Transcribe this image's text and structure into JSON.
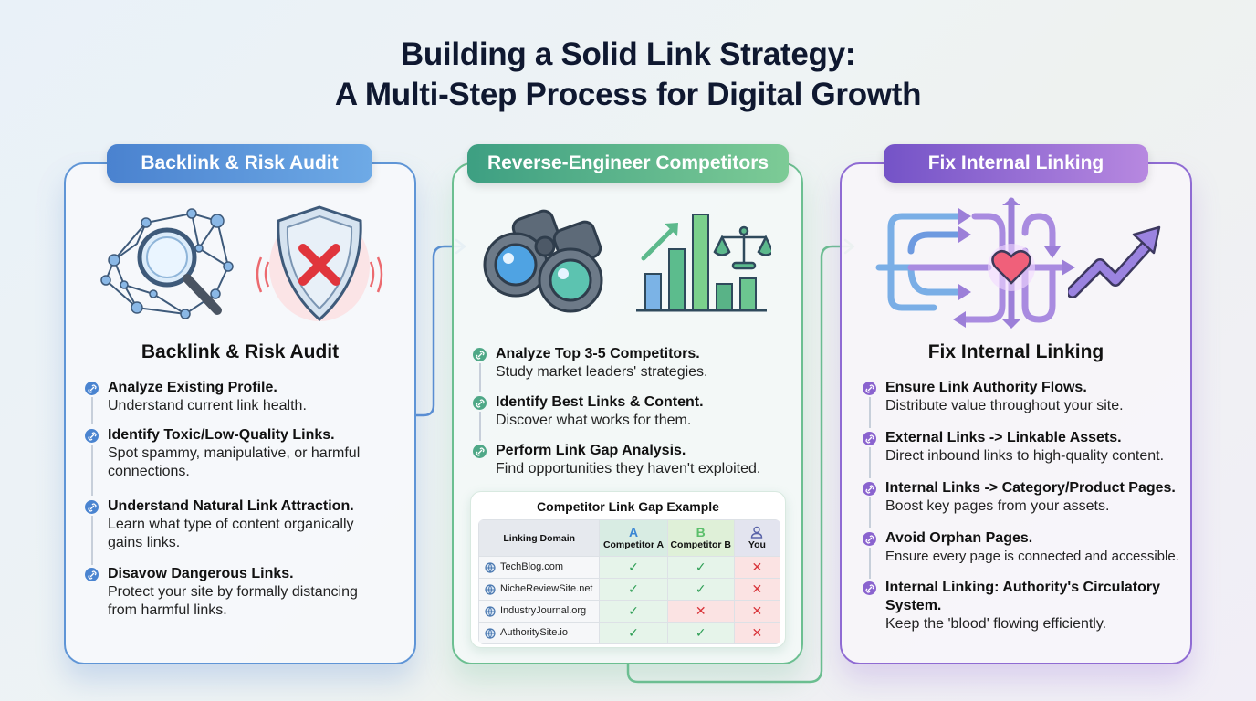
{
  "title": {
    "line1": "Building a Solid Link Strategy:",
    "line2": "A Multi-Step Process for Digital Growth"
  },
  "colors": {
    "blue": "#5f95d6",
    "green": "#6cbf91",
    "purple": "#8f6bd3",
    "check": "#2e9e55",
    "cross": "#d9343a"
  },
  "cards": [
    {
      "pill": "Backlink & Risk Audit",
      "heading": "Backlink & Risk Audit",
      "icons": [
        "network-search-icon",
        "shield-x-icon"
      ],
      "items": [
        {
          "title": "Analyze Existing Profile.",
          "desc": "Understand current link health."
        },
        {
          "title": "Identify Toxic/Low-Quality Links.",
          "desc": "Spot spammy, manipulative, or harmful connections."
        },
        {
          "title": "Understand Natural Link Attraction.",
          "desc": "Learn what type of content organically gains links."
        },
        {
          "title": "Disavow Dangerous Links.",
          "desc": "Protect your site by formally distancing from harmful links."
        }
      ]
    },
    {
      "pill": "Reverse-Engineer Competitors",
      "icons": [
        "binoculars-icon",
        "bar-chart-scale-icon"
      ],
      "items": [
        {
          "title": "Analyze Top 3-5 Competitors.",
          "desc": "Study market leaders' strategies."
        },
        {
          "title": "Identify Best Links & Content.",
          "desc": "Discover what works for them."
        },
        {
          "title": "Perform Link Gap Analysis.",
          "desc": "Find opportunities they haven't exploited."
        }
      ],
      "gap_table": {
        "title": "Competitor Link Gap Example",
        "headers": [
          "Linking Domain",
          "Competitor A",
          "Competitor B",
          "You"
        ],
        "header_icons": [
          "",
          "A",
          "B",
          "user-icon"
        ],
        "rows": [
          {
            "domain": "TechBlog.com",
            "a": "✓",
            "b": "✓",
            "you": "✕"
          },
          {
            "domain": "NicheReviewSite.net",
            "a": "✓",
            "b": "✓",
            "you": "✕"
          },
          {
            "domain": "IndustryJournal.org",
            "a": "✓",
            "b": "✕",
            "you": "✕"
          },
          {
            "domain": "AuthoritySite.io",
            "a": "✓",
            "b": "✓",
            "you": "✕"
          }
        ]
      }
    },
    {
      "pill": "Fix Internal Linking",
      "heading": "Fix Internal Linking",
      "icons": [
        "circulation-arrows-heart-icon",
        "trend-up-arrow-icon"
      ],
      "items": [
        {
          "title": "Ensure Link Authority Flows.",
          "desc": "Distribute value throughout your site."
        },
        {
          "title": "External Links -> Linkable Assets.",
          "desc": "Direct inbound links to high-quality content."
        },
        {
          "title": "Internal Links -> Category/Product Pages.",
          "desc": "Boost key pages from your assets."
        },
        {
          "title": "Avoid Orphan Pages.",
          "desc": "Ensure every page is connected and accessible."
        },
        {
          "title": "Internal Linking: Authority's Circulatory System.",
          "desc": "Keep the 'blood' flowing efficiently."
        }
      ]
    }
  ]
}
